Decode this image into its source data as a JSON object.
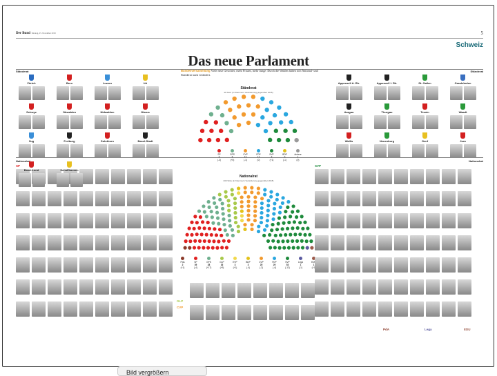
{
  "header": {
    "masthead": "Der Bund",
    "date": "Montag, 25. November 2019",
    "page_number": "5",
    "section": "Schweiz"
  },
  "article": {
    "title": "Das neue Parlament",
    "kicker": "Bundesversammlung",
    "lead": "Viele neue Gesichter, mehr Frauen, mehr Junge: Durch die Wahlen haben sich National- und Ständerat stark verändert."
  },
  "staenderat": {
    "label": "Ständerat",
    "title": "Ständerat",
    "subtitle": "46 Sitze (in Klammern Veränderung gegenüber 2015)",
    "cantons_left": [
      "Zürich",
      "Bern",
      "Luzern",
      "Uri",
      "Schwyz",
      "Obwalden",
      "Nidwalden",
      "Glarus",
      "Zug",
      "Freiburg",
      "Solothurn",
      "Basel-Stadt",
      "Basel-Land",
      "Schaffhausen"
    ],
    "cantons_right": [
      "Appenzell A. Rh.",
      "Appenzell I. Rh.",
      "St. Gallen",
      "Graubünden",
      "Aargau",
      "Thurgau",
      "Tessin",
      "Waadt",
      "Wallis",
      "Neuenburg",
      "Genf",
      "Jura"
    ],
    "parties": [
      {
        "name": "SP",
        "seats": "9",
        "change": "(-3)",
        "color": "#e02020"
      },
      {
        "name": "GPS",
        "seats": "5",
        "change": "(+5)",
        "color": "#6fb08f"
      },
      {
        "name": "CVP",
        "seats": "13",
        "change": "(-1)",
        "color": "#f29a2e"
      },
      {
        "name": "FDP",
        "seats": "12",
        "change": "(0)",
        "color": "#2aa7df"
      },
      {
        "name": "SVP",
        "seats": "6",
        "change": "(+1)",
        "color": "#1e8a3c"
      },
      {
        "name": "BDP",
        "seats": "0",
        "change": "(-1)",
        "color": "#e3c21a"
      },
      {
        "name": "Andere",
        "seats": "1",
        "change": "(0)",
        "color": "#999999"
      }
    ]
  },
  "nationalrat": {
    "label": "Nationalrat",
    "title": "Nationalrat",
    "subtitle": "200 Sitze (in Klammern Veränderung gegenüber 2015)",
    "parties": [
      {
        "name": "PdA",
        "seats": "2",
        "change": "(+1)",
        "color": "#8b3a2a"
      },
      {
        "name": "SP",
        "seats": "39",
        "change": "(-4)",
        "color": "#e02020"
      },
      {
        "name": "GPS",
        "seats": "28",
        "change": "(+17)",
        "color": "#6fb08f"
      },
      {
        "name": "GLP",
        "seats": "16",
        "change": "(+9)",
        "color": "#a8c94a"
      },
      {
        "name": "EVP",
        "seats": "3",
        "change": "(+1)",
        "color": "#f1d84a"
      },
      {
        "name": "BDP",
        "seats": "3",
        "change": "(-4)",
        "color": "#e3c21a"
      },
      {
        "name": "CVP",
        "seats": "25",
        "change": "(-2)",
        "color": "#f29a2e"
      },
      {
        "name": "FDP",
        "seats": "29",
        "change": "(-4)",
        "color": "#2aa7df"
      },
      {
        "name": "SVP",
        "seats": "53",
        "change": "(-12)",
        "color": "#1e8a3c"
      },
      {
        "name": "Lega",
        "seats": "1",
        "change": "(-1)",
        "color": "#5a5aa0"
      },
      {
        "name": "EDU",
        "seats": "1",
        "change": "(+1)",
        "color": "#9c5a4a"
      }
    ],
    "group_labels": {
      "left": "SP",
      "right": "SVP",
      "mid_left": "GLP",
      "mid_left2": "CVP",
      "mid_right": "PdA",
      "mid_right2": "Lega",
      "mid_right3": "EDU"
    }
  },
  "viewer": {
    "zoom_button": "Bild vergrößern"
  }
}
